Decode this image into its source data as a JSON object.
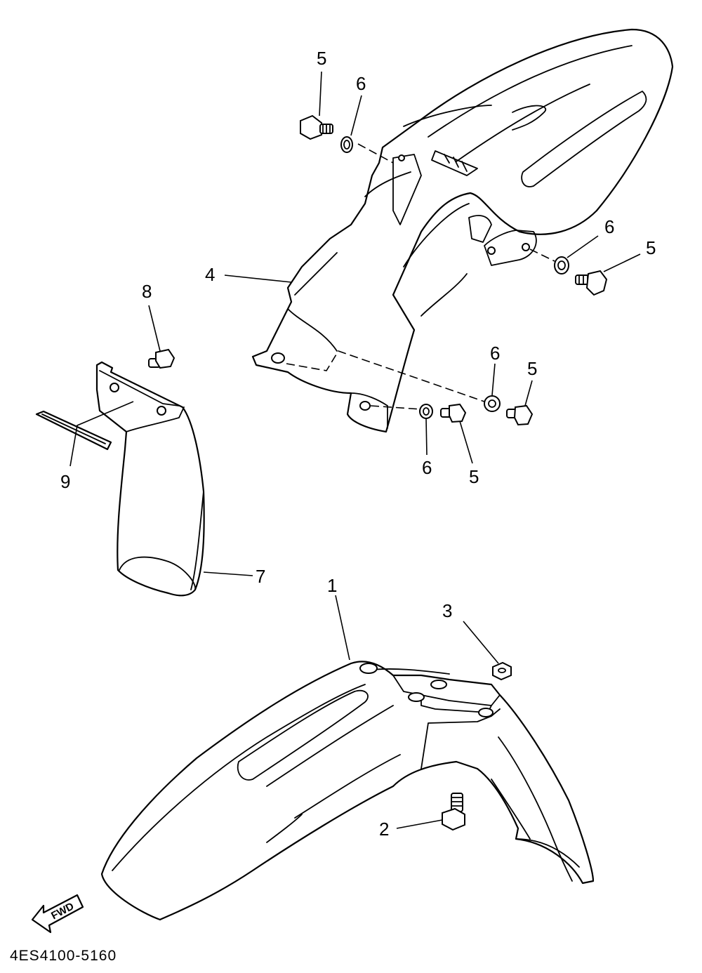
{
  "diagram": {
    "callouts": {
      "c1": "1",
      "c2": "2",
      "c3": "3",
      "c4": "4",
      "c5a": "5",
      "c5b": "5",
      "c5c": "5",
      "c5d": "5",
      "c6a": "6",
      "c6b": "6",
      "c6c": "6",
      "c6d": "6",
      "c7": "7",
      "c8": "8",
      "c9": "9"
    },
    "fwd_label": "FWD",
    "drawing_code": "4ES4100-5160"
  }
}
